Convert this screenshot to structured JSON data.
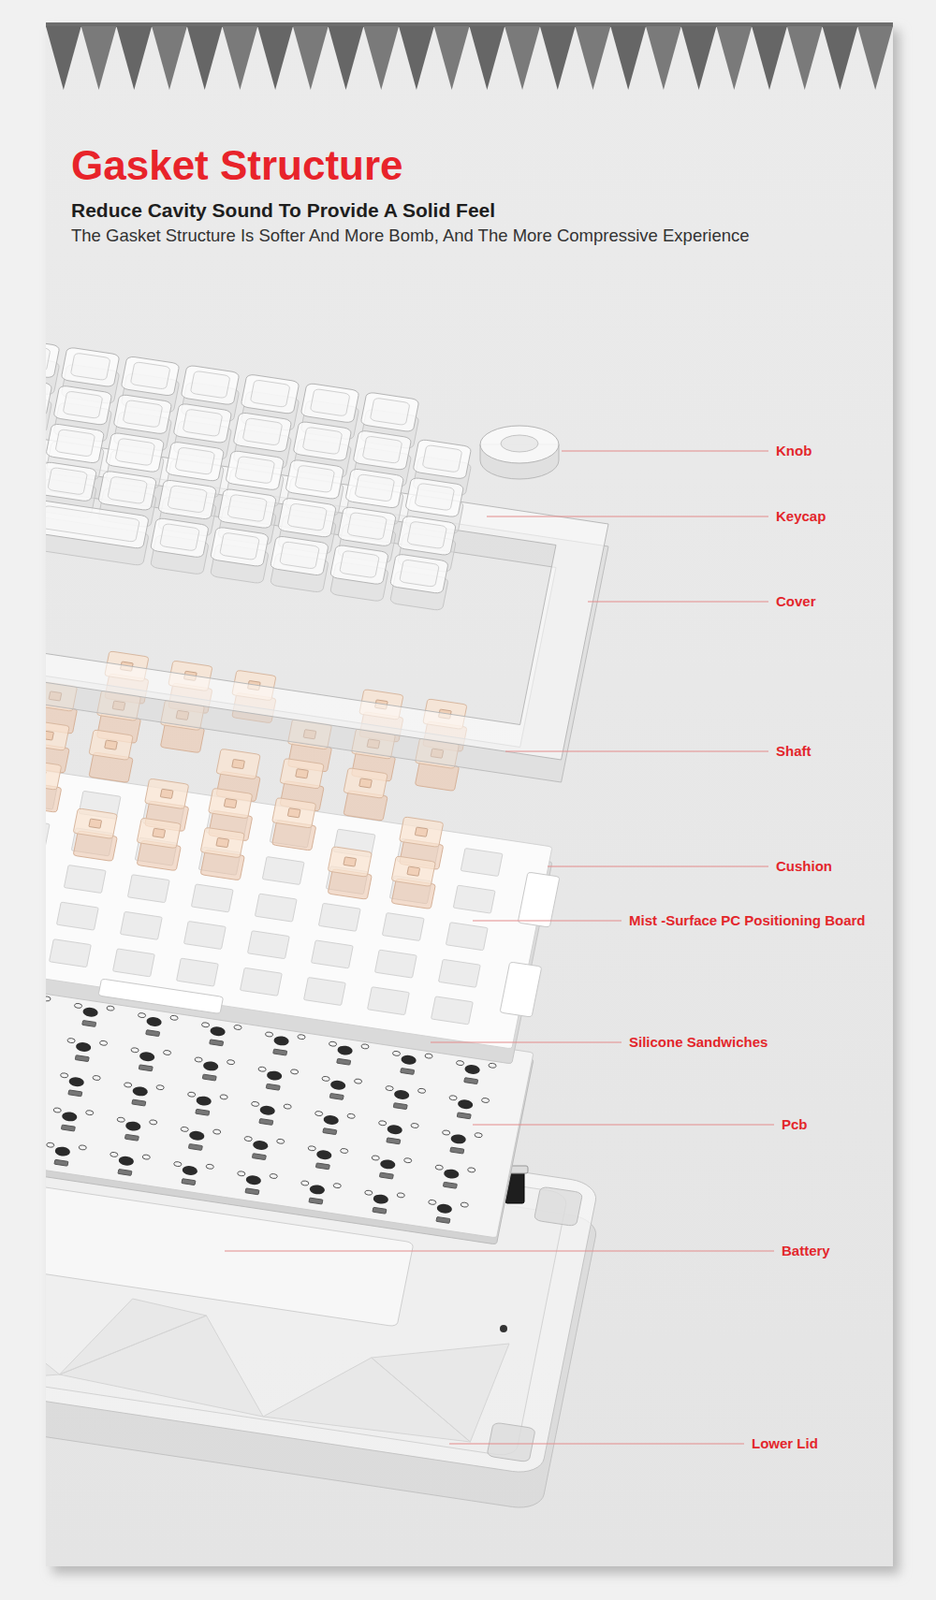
{
  "diagram": {
    "title": "Gasket Structure",
    "labels": [
      "Reduce Cavity Sound To Provide A Solid Feel",
      "The Gasket Structure Is Softer And More Bomb, And The More Compressive Experience",
      "Knob",
      "Keycap",
      "Cover",
      "Shaft",
      "Cushion",
      "Mist -Surface PC Positioning Board",
      "Silicone Sandwiches",
      "Pcb",
      "Battery",
      "Lower Lid"
    ]
  }
}
